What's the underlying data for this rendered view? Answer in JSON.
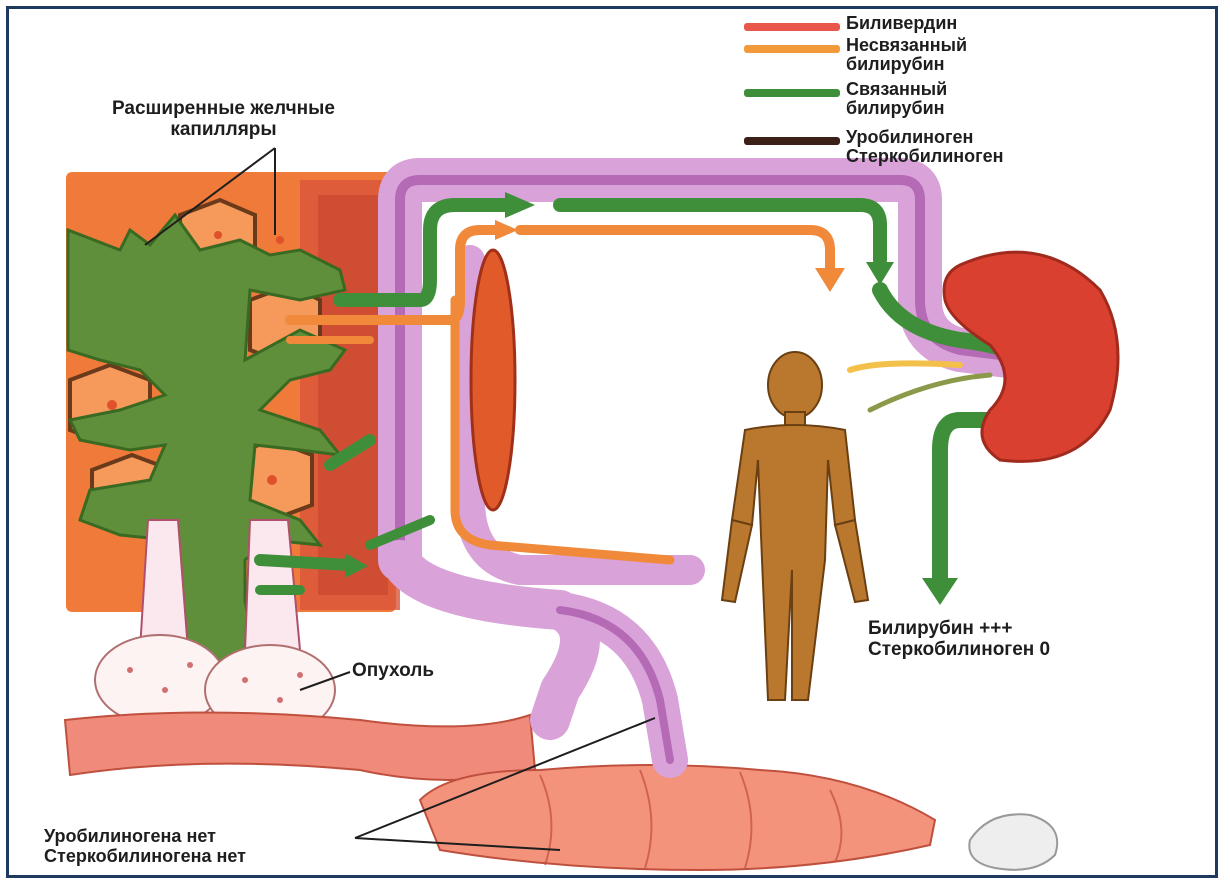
{
  "legend": {
    "items": [
      {
        "label": "Биливердин",
        "color": "#e8574a"
      },
      {
        "label": "Несвязанный\nбилирубин",
        "color": "#f29a3a"
      },
      {
        "label": "Связанный\nбилирубин",
        "color": "#3f8f3a"
      },
      {
        "label": "Уробилиноген\nСтеркобилиноген",
        "color": "#3a2016"
      }
    ]
  },
  "labels": {
    "capillaries": "Расширенные желчные\nкапилляры",
    "tumor": "Опухоль",
    "urine_result": "Билирубин +++\nСтеркобилиноген 0",
    "stool_result": "Уробилиногена нет\nСтеркобилиногена нет"
  },
  "colors": {
    "liver_tissue": "#f07a3a",
    "bile_ducts": "#5f8f3a",
    "vessel": "#c88ac8",
    "kidney": "#d94030",
    "intestine": "#f08a7a",
    "skin": "#b9782e"
  }
}
